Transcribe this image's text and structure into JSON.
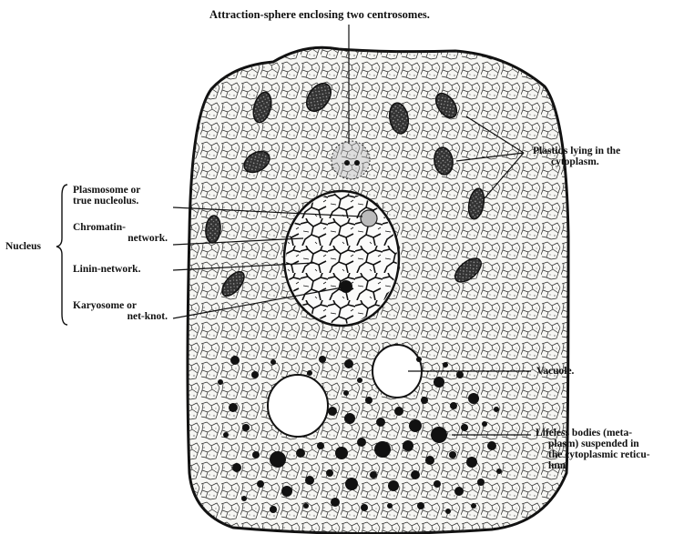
{
  "title": "Attraction-sphere enclosing two centrosomes.",
  "labels": {
    "plastids": [
      "Plastids lying in the",
      "cytoplasm."
    ],
    "plasmosome": [
      "Plasmosome or",
      "true nucleolus."
    ],
    "chromatin": [
      "Chromatin-",
      "network."
    ],
    "nucleus": "Nucleus",
    "linin": "Linin-network.",
    "karyosome": [
      "Karyosome or",
      "net-knot."
    ],
    "vacuole": "Vacuole.",
    "lifeless": [
      "Lifeless bodies (meta-",
      "plasm) suspended in",
      "the cytoplasmic reticu-",
      "lum."
    ]
  },
  "colors": {
    "ink": "#111111",
    "paper": "#ffffff",
    "cytoplasm": "#f4f4f2"
  }
}
